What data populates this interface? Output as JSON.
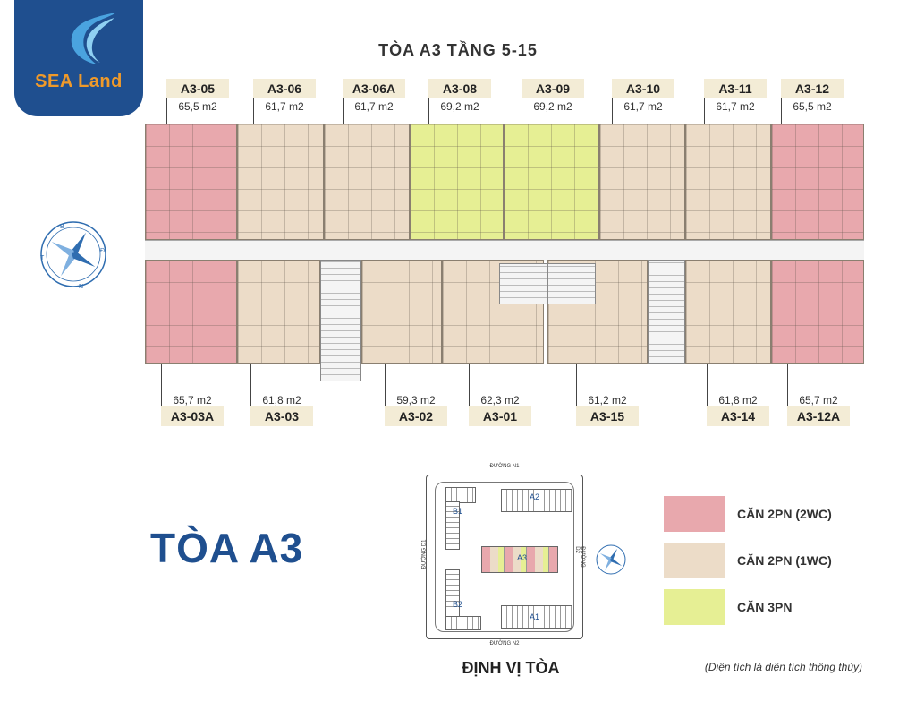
{
  "brand": {
    "name": "SEA Land",
    "color": "#1f4f8f",
    "accent": "#f09a2a"
  },
  "floor_title": "TÒA A3 TẦNG 5-15",
  "big_title": "TÒA A3",
  "colors": {
    "pink": "#e8a8ad",
    "beige": "#ecdcc8",
    "yellow": "#e6ef94"
  },
  "top_units": [
    {
      "code": "A3-05",
      "area": "65,5 m2",
      "type": "pink"
    },
    {
      "code": "A3-06",
      "area": "61,7 m2",
      "type": "beige"
    },
    {
      "code": "A3-06A",
      "area": "61,7 m2",
      "type": "beige"
    },
    {
      "code": "A3-08",
      "area": "69,2 m2",
      "type": "yellow"
    },
    {
      "code": "A3-09",
      "area": "69,2 m2",
      "type": "yellow"
    },
    {
      "code": "A3-10",
      "area": "61,7 m2",
      "type": "beige"
    },
    {
      "code": "A3-11",
      "area": "61,7 m2",
      "type": "beige"
    },
    {
      "code": "A3-12",
      "area": "65,5 m2",
      "type": "pink"
    }
  ],
  "bottom_units": [
    {
      "code": "A3-03A",
      "area": "65,7 m2",
      "type": "pink"
    },
    {
      "code": "A3-03",
      "area": "61,8 m2",
      "type": "beige"
    },
    {
      "code": "A3-02",
      "area": "59,3 m2",
      "type": "beige"
    },
    {
      "code": "A3-01",
      "area": "62,3 m2",
      "type": "beige"
    },
    {
      "code": "A3-15",
      "area": "61,2 m2",
      "type": "beige"
    },
    {
      "code": "A3-14",
      "area": "61,8 m2",
      "type": "beige"
    },
    {
      "code": "A3-12A",
      "area": "65,7 m2",
      "type": "pink"
    }
  ],
  "compass": {
    "n": "N",
    "d": "Đ",
    "b": "B",
    "t": "T"
  },
  "site_plan": {
    "caption": "ĐỊNH VỊ TÒA",
    "road_top": "ĐƯỜNG N1",
    "road_bottom": "ĐƯỜNG N2",
    "road_left": "ĐƯỜNG D1",
    "road_right": "ĐƯỜNG D2",
    "blocks": {
      "a1": "A1",
      "a2": "A2",
      "a3": "A3",
      "b1": "B1",
      "b2": "B2"
    }
  },
  "legend": [
    {
      "label": "CĂN 2PN (2WC)",
      "color": "#e8a8ad"
    },
    {
      "label": "CĂN 2PN (1WC)",
      "color": "#ecdcc8"
    },
    {
      "label": "CĂN 3PN",
      "color": "#e6ef94"
    }
  ],
  "note": "(Diện tích là diện tích thông thủy)"
}
